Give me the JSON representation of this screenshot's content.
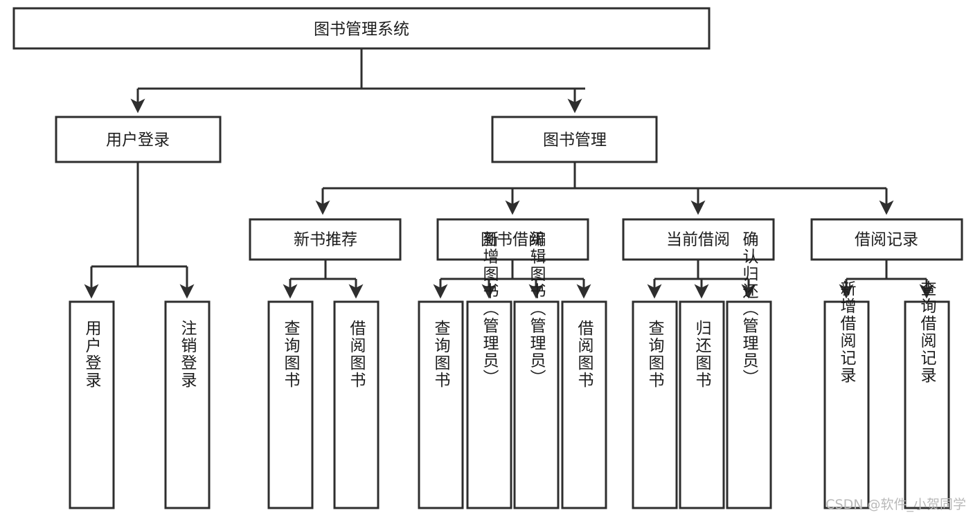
{
  "diagram": {
    "type": "tree",
    "title": "图书管理系统",
    "watermark": "CSDN @软件_小贺同学",
    "colors": {
      "background": "#ffffff",
      "stroke": "#2e2e2e",
      "text": "#1c1c1c",
      "watermark": "#b9b9b9"
    },
    "levels": {
      "root": {
        "label": "图书管理系统",
        "orientation": "horizontal"
      },
      "level2": [
        {
          "id": "user-login",
          "label": "用户登录",
          "orientation": "horizontal"
        },
        {
          "id": "book-management",
          "label": "图书管理",
          "orientation": "horizontal"
        }
      ],
      "level3": [
        {
          "id": "new-book-recommend",
          "label": "新书推荐",
          "orientation": "horizontal"
        },
        {
          "id": "book-borrow",
          "label": "图书借阅",
          "orientation": "horizontal"
        },
        {
          "id": "current-borrow",
          "label": "当前借阅",
          "orientation": "horizontal"
        },
        {
          "id": "borrow-record",
          "label": "借阅记录",
          "orientation": "horizontal"
        }
      ],
      "leaves": [
        {
          "id": "leaf-user-login",
          "label": "用户登录",
          "parent": "user-login",
          "orientation": "vertical"
        },
        {
          "id": "leaf-logout",
          "label": "注销登录",
          "parent": "user-login",
          "orientation": "vertical"
        },
        {
          "id": "leaf-query-book-1",
          "label": "查询图书",
          "parent": "new-book-recommend",
          "orientation": "vertical"
        },
        {
          "id": "leaf-borrow-book-1",
          "label": "借阅图书",
          "parent": "new-book-recommend",
          "orientation": "vertical"
        },
        {
          "id": "leaf-query-book-2",
          "label": "查询图书",
          "parent": "book-borrow",
          "orientation": "vertical"
        },
        {
          "id": "leaf-add-book",
          "label": "新增图书（管理员）",
          "parent": "book-borrow",
          "orientation": "vertical"
        },
        {
          "id": "leaf-edit-book",
          "label": "编辑图书（管理员）",
          "parent": "book-borrow",
          "orientation": "vertical"
        },
        {
          "id": "leaf-borrow-book-2",
          "label": "借阅图书",
          "parent": "book-borrow",
          "orientation": "vertical"
        },
        {
          "id": "leaf-query-book-3",
          "label": "查询图书",
          "parent": "current-borrow",
          "orientation": "vertical"
        },
        {
          "id": "leaf-return-book",
          "label": "归还图书",
          "parent": "current-borrow",
          "orientation": "vertical"
        },
        {
          "id": "leaf-confirm-return",
          "label": "确认归还（管理员）",
          "parent": "current-borrow",
          "orientation": "vertical"
        },
        {
          "id": "leaf-add-record",
          "label": "新增借阅记录",
          "parent": "borrow-record",
          "orientation": "vertical"
        },
        {
          "id": "leaf-query-record",
          "label": "查询借阅记录",
          "parent": "borrow-record",
          "orientation": "vertical"
        }
      ]
    }
  }
}
